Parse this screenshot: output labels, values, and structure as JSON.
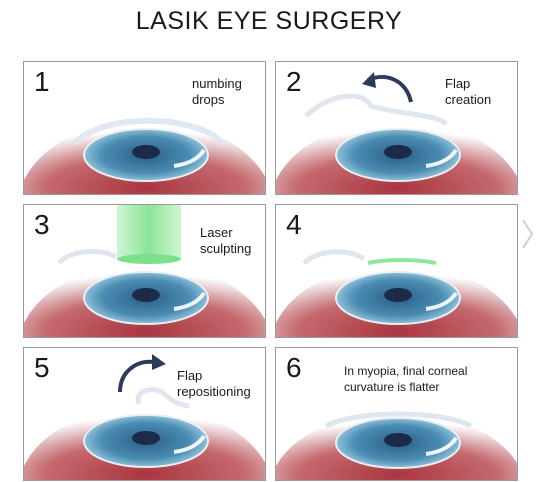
{
  "title": "LASIK EYE SURGERY",
  "panels": [
    {
      "number": "1",
      "caption_lines": [
        "numbing",
        "drops"
      ]
    },
    {
      "number": "2",
      "caption_lines": [
        "Flap",
        "creation"
      ]
    },
    {
      "number": "3",
      "caption_lines": [
        "Laser",
        "sculpting"
      ]
    },
    {
      "number": "4",
      "caption_lines": []
    },
    {
      "number": "5",
      "caption_lines": [
        "Flap",
        "repositioning"
      ]
    },
    {
      "number": "6",
      "caption_lines": [
        "In myopia, final corneal",
        "curvature is flatter"
      ]
    }
  ],
  "icons": {
    "next": "chevron-right-icon"
  },
  "colors": {
    "iris": "#3f7fa6",
    "eyeball": "#b4484f",
    "laser": "#7de08a",
    "arrow": "#2e3a5c"
  }
}
